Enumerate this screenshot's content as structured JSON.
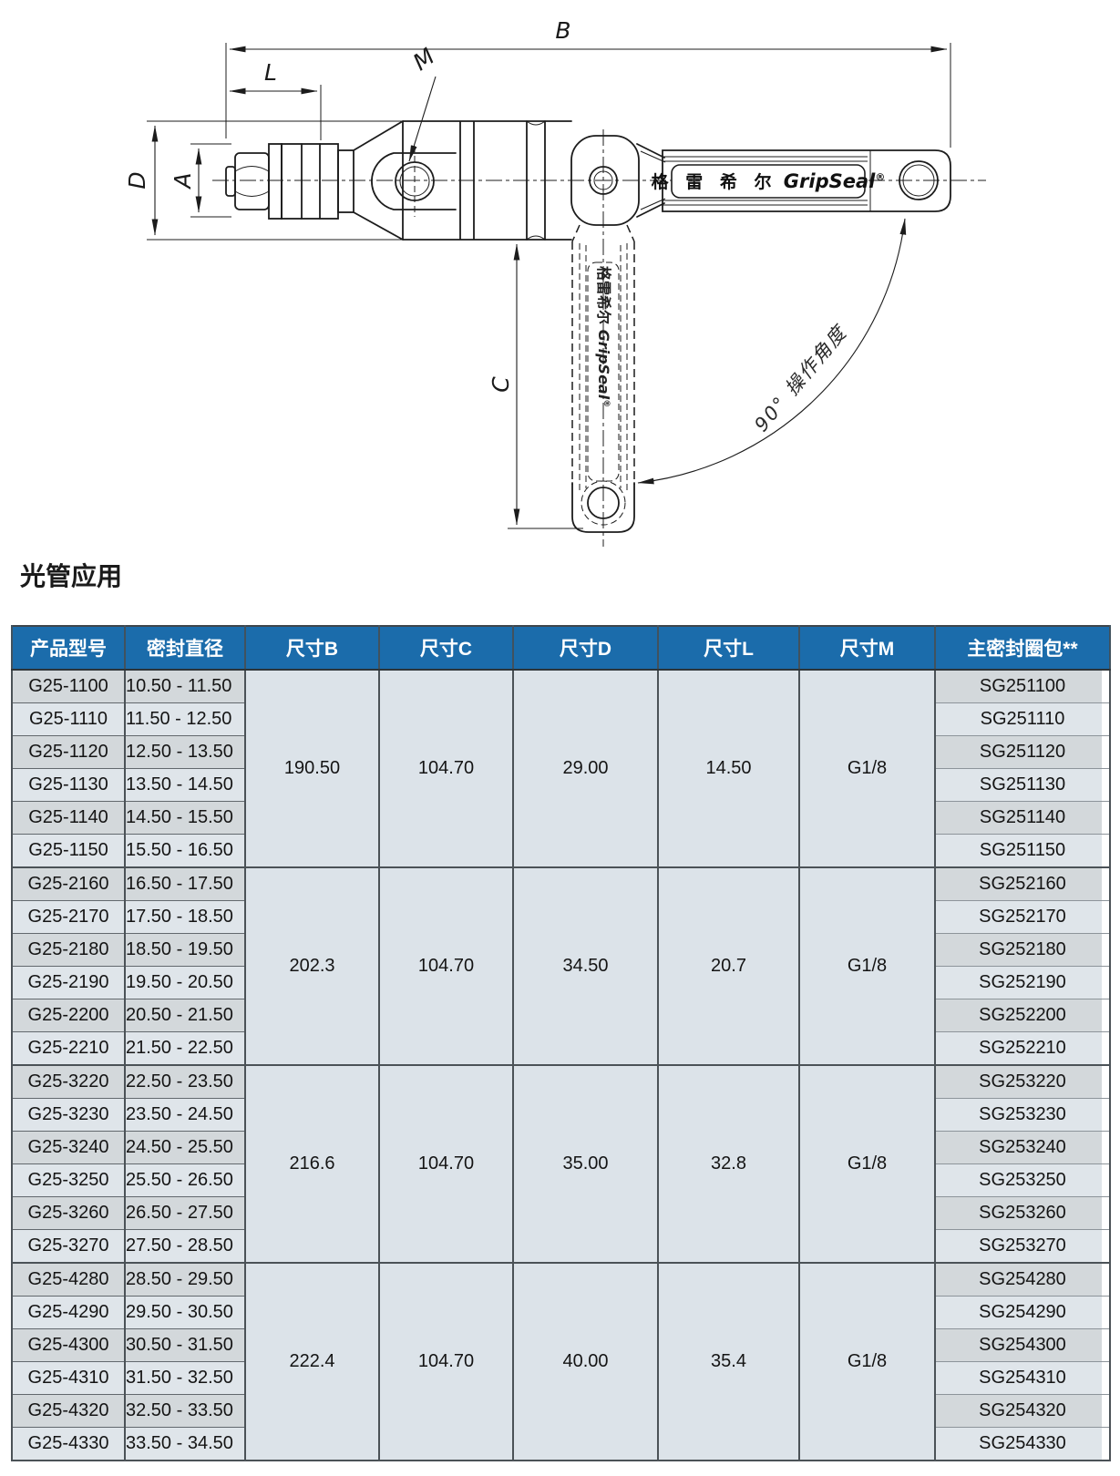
{
  "page_title": "光管应用",
  "drawing": {
    "dim_b": "B",
    "dim_l": "L",
    "dim_m": "M",
    "dim_d": "D",
    "dim_a": "A",
    "dim_c": "C",
    "angle_label": "90° 操作角度",
    "logo_cn": "格 雷 希 尔",
    "logo_en": " GripSeal",
    "logo_reg": "®",
    "handle_cn": "格雷希尔",
    "handle_en": " GripSeal",
    "handle_reg": "®"
  },
  "colors": {
    "header_bg": "#1b6cab",
    "row_dark": "#d3d8db",
    "row_light": "#dfe5ea",
    "merged_bg": "#dce3e9",
    "line_dark": "#4b5257"
  },
  "table": {
    "headers": [
      "产品型号",
      "密封直径",
      "尺寸B",
      "尺寸C",
      "尺寸D",
      "尺寸L",
      "尺寸M",
      "主密封圈包**"
    ],
    "groups": [
      {
        "b": "190.50",
        "c": "104.70",
        "d": "29.00",
        "l": "14.50",
        "m": "G1/8",
        "rows": [
          {
            "model": "G25-1100",
            "dia": "10.50 - 11.50",
            "seal": "SG251100"
          },
          {
            "model": "G25-1110",
            "dia": "11.50 - 12.50",
            "seal": "SG251110"
          },
          {
            "model": "G25-1120",
            "dia": "12.50 - 13.50",
            "seal": "SG251120"
          },
          {
            "model": "G25-1130",
            "dia": "13.50 - 14.50",
            "seal": "SG251130"
          },
          {
            "model": "G25-1140",
            "dia": "14.50 - 15.50",
            "seal": "SG251140"
          },
          {
            "model": "G25-1150",
            "dia": "15.50 - 16.50",
            "seal": "SG251150"
          }
        ]
      },
      {
        "b": "202.3",
        "c": "104.70",
        "d": "34.50",
        "l": "20.7",
        "m": "G1/8",
        "rows": [
          {
            "model": "G25-2160",
            "dia": "16.50 - 17.50",
            "seal": "SG252160"
          },
          {
            "model": "G25-2170",
            "dia": "17.50 - 18.50",
            "seal": "SG252170"
          },
          {
            "model": "G25-2180",
            "dia": "18.50 - 19.50",
            "seal": "SG252180"
          },
          {
            "model": "G25-2190",
            "dia": "19.50 - 20.50",
            "seal": "SG252190"
          },
          {
            "model": "G25-2200",
            "dia": "20.50 - 21.50",
            "seal": "SG252200"
          },
          {
            "model": "G25-2210",
            "dia": "21.50 - 22.50",
            "seal": "SG252210"
          }
        ]
      },
      {
        "b": "216.6",
        "c": "104.70",
        "d": "35.00",
        "l": "32.8",
        "m": "G1/8",
        "rows": [
          {
            "model": "G25-3220",
            "dia": "22.50 - 23.50",
            "seal": "SG253220"
          },
          {
            "model": "G25-3230",
            "dia": "23.50 - 24.50",
            "seal": "SG253230"
          },
          {
            "model": "G25-3240",
            "dia": "24.50 - 25.50",
            "seal": "SG253240"
          },
          {
            "model": "G25-3250",
            "dia": "25.50 - 26.50",
            "seal": "SG253250"
          },
          {
            "model": "G25-3260",
            "dia": "26.50 - 27.50",
            "seal": "SG253260"
          },
          {
            "model": "G25-3270",
            "dia": "27.50 - 28.50",
            "seal": "SG253270"
          }
        ]
      },
      {
        "b": "222.4",
        "c": "104.70",
        "d": "40.00",
        "l": "35.4",
        "m": "G1/8",
        "rows": [
          {
            "model": "G25-4280",
            "dia": "28.50 - 29.50",
            "seal": "SG254280"
          },
          {
            "model": "G25-4290",
            "dia": "29.50 - 30.50",
            "seal": "SG254290"
          },
          {
            "model": "G25-4300",
            "dia": "30.50 - 31.50",
            "seal": "SG254300"
          },
          {
            "model": "G25-4310",
            "dia": "31.50 - 32.50",
            "seal": "SG254310"
          },
          {
            "model": "G25-4320",
            "dia": "32.50 - 33.50",
            "seal": "SG254320"
          },
          {
            "model": "G25-4330",
            "dia": "33.50 - 34.50",
            "seal": "SG254330"
          }
        ]
      }
    ]
  }
}
